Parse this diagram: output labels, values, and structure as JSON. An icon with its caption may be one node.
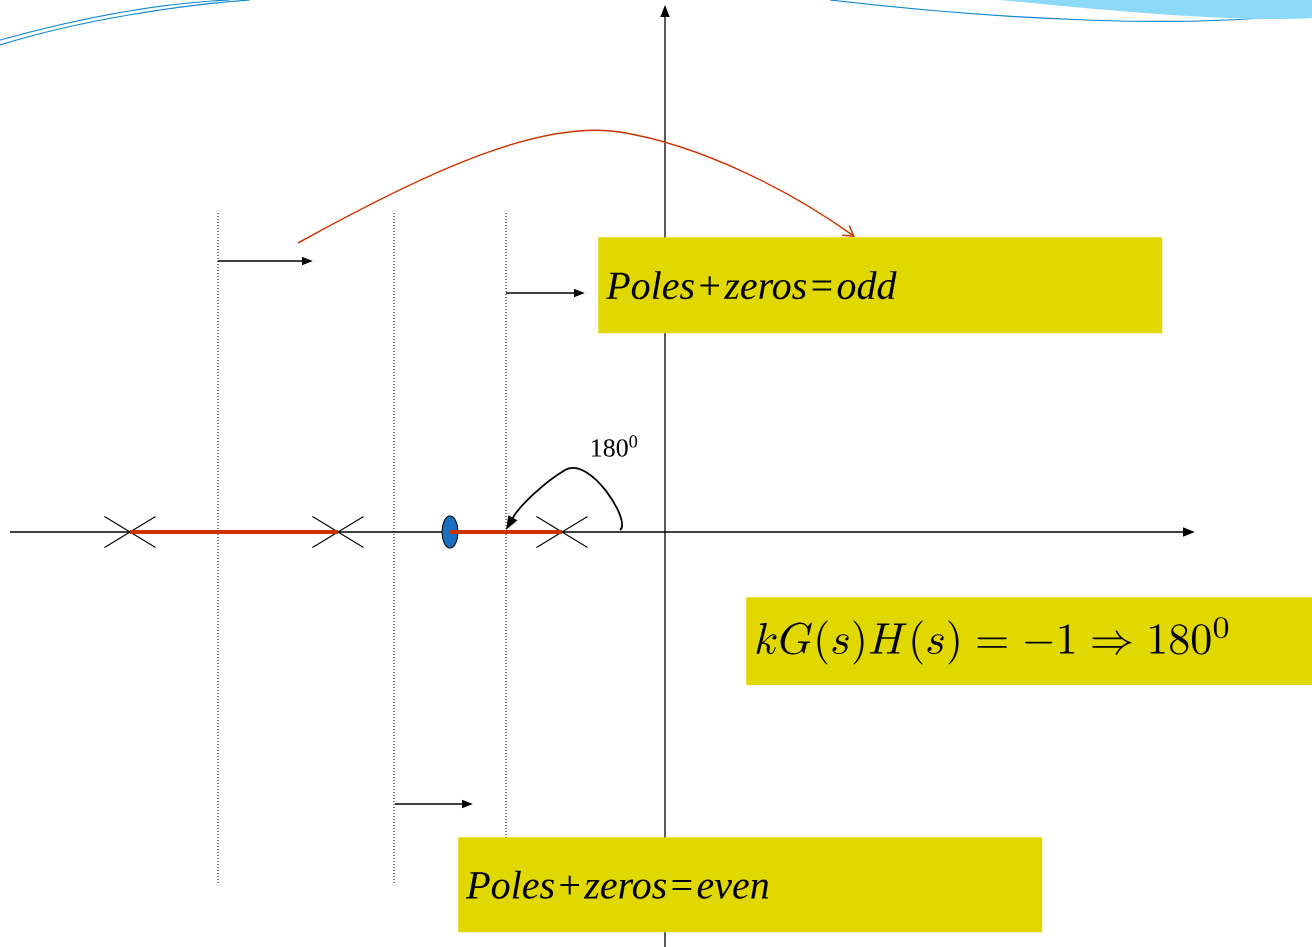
{
  "diagram": {
    "nodes": [
      {
        "text": [
          "*Poles* + *zeros* = *odd*"
        ]
      },
      {
        "text": [],
        "shape": "cross"
      },
      {
        "text": [],
        "shape": "cross"
      },
      {
        "text": [],
        "shape": "ellipse"
      },
      {
        "text": [],
        "shape": "cross"
      },
      {
        "text": [
          "kG(s)H(s)=-1\\Rightarrow 180^{0}"
        ]
      },
      {
        "text": [
          "*Poles* + *zeros* = *even*"
        ]
      }
    ],
    "edges": [
      {
        "from": null,
        "to": 0,
        "arrow": "to"
      },
      {
        "from": 1,
        "to": 2,
        "arrow": "none"
      },
      {
        "from": 3,
        "to": 4,
        "arrow": "none"
      }
    ],
    "labels": [
      "180$^{0}$"
    ]
  }
}
